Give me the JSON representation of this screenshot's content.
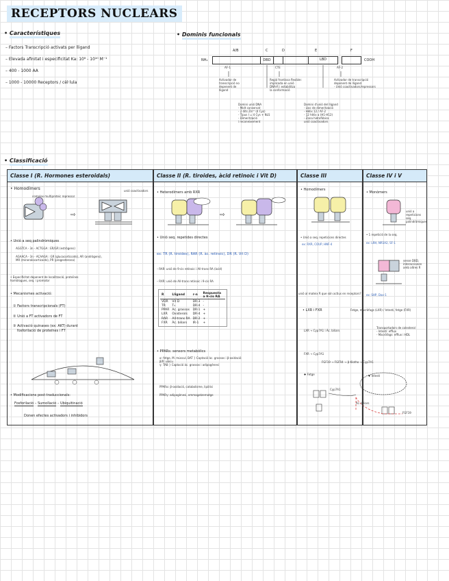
{
  "title": "RECEPTORS NUCLEARS",
  "caracteristiques": {
    "heading": "Característiques",
    "items": [
      "Factors Transcripció activats per lligand",
      "Elevada afinitat i especificitat Ka: 10⁸ - 10¹⁰ M⁻¹",
      "400 - 1000 AA",
      "1000 - 10000 Receptors / cèl·lula"
    ]
  },
  "dominis": {
    "heading": "Dominis funcionals",
    "letters": [
      "A/B",
      "C",
      "D",
      "E",
      "F"
    ],
    "nh2": "NH₂",
    "cooh": "COOH",
    "dbd": "DBD",
    "lbd": "LBD",
    "af1": "AF-1",
    "af2": "AF-2",
    "cte": "CTE",
    "notes": {
      "af1": [
        "Activador de",
        "transcripció no",
        "depenent de",
        "lligand"
      ],
      "cte": [
        "Regió frontissa flexible:",
        "implicada en unió",
        "DNA-R i estabilitza",
        "la conformació"
      ],
      "dbd": [
        "Domini unió DNA",
        "- Molt conservat",
        "- 2 dits Zn²⁺ (4 Cys)",
        "- Tipus I = 4 Cys + NLS",
        "- Dimerització",
        "  i reconeixement"
      ],
      "lbd": [
        "Domini d'unió del lligand",
        "- Lloc de dimerització",
        "- Hèlix 12 / AF-2",
        "- 12 hèlix α (H1-H12)",
        "- Zona hidrofòbica",
        "  unió coactivadors"
      ],
      "af2": [
        "Activador de transcripció",
        "depenent de lligand",
        "- Unió coactivadors/repressors"
      ]
    }
  },
  "classificacio": {
    "heading": "Classificació",
    "classe1": {
      "title": "Classe I  (R. Hormones esteroidals)",
      "homodimers": "Homodímers",
      "lbl_complex": "complex multiproteic repressor",
      "lbl_unio": "unió coactivadors",
      "uneix": "Unió a seq palindròmiques",
      "seqs": [
        "AGGTCA - 3n - ACTGGA : ER/GR (estrògens)",
        "AGAACA - 3n - ACAAGA : GR (glucocorticoids), AR (andrògens),",
        "MR (mineralocorticoids), PR (progesterona)"
      ],
      "especificitat": [
        "Especificitat depenent de localització, proteïnes",
        "homòlogues, seq. i promotor"
      ],
      "mecanismes": "Mecanismes activació:",
      "mec": [
        "① Factors transcripcionals (FT)",
        "② Unió a FT activadors de FT",
        "③ Activació quinases (ex: AKT) durant",
        "fosforilació de proteïnes i FT"
      ],
      "modificacions": "Modificacions post-traduccionals:",
      "mods": [
        "Fosforilació",
        "Sumoïlació",
        "Ubiquitinació"
      ],
      "efecte": "Donen efectes activadors i inhibidors"
    },
    "classe2": {
      "title": "Classe II  (R. tiroides, àcid retinoic i Vit D)",
      "heterodimers": "Heterodímers amb RXR",
      "unio": "Unió seq. repetides directes",
      "ex": "ex: TR (R. tiroides), RAR (R. àc. retinoic), DR (R. Vit D)",
      "rar": "RAR: unió de 9-cis retinoic i All-trans RA (àcid)",
      "rxr": "RXR: unió de All-trans retinoic i 9-cis RA",
      "table_headers": [
        "R",
        "Lligand",
        "r-n",
        "Respuesta a 9-cis RA"
      ],
      "table_rows": [
        [
          "VDR",
          "Vit D",
          "DR-3",
          "-"
        ],
        [
          "TR",
          "T₃",
          "DR-4",
          "-"
        ],
        [
          "PPAR",
          "Ac. grassos",
          "DR-1",
          "+"
        ],
        [
          "LXR",
          "Oxisterols",
          "DR-4",
          "+"
        ],
        [
          "RAR",
          "All-trans RA",
          "DR-2",
          "+"
        ],
        [
          "FXR",
          "Àc. biliars",
          "IR-1",
          "+"
        ]
      ],
      "ppars": "PPARs: sensors metabòlics",
      "ppar_lines": [
        "α: fetge, M. múscul, BAT  } Captació àc. grassos i β-oxidació",
        "β/δ: ubicu",
        "γ: TAB  } Captació àc. grassos i adipogènesi"
      ],
      "ppar_a": "PPARα: β-oxidació, catabolisme, lipòlisi",
      "ppar_g": "PPARγ: adipogènesi, emmagatzematge"
    },
    "classe3": {
      "title": "Classe III",
      "homodimers": "Homodímers",
      "unio": "Unió a seq. repeticions directes",
      "ex": "ex: RXR, COUP, HNF-4",
      "q": "unió al mateix R que són actius en receptors?",
      "lxr_fxr": "LXR i FXR",
      "fetge": "Fetge, macròfags (LXR) / Intestí, fetge (FXR)",
      "lxr_line": "LXR → Cyp7A1 i Àc. biliars",
      "transport": [
        "Transportadors de colesterol",
        "- Intestí: efflux",
        "- Macròfags: efflux i HDL"
      ],
      "fxr_line": "FXR → Cyp7A1",
      "fxr_line2": "FGF19 → FGFR4 → β-Klotho → Cyp7A1",
      "fetge_lbl": "Fetge",
      "intestí_lbl": "Intestí",
      "abiliar": "Àc. biliars",
      "cyp": "Cyp7A1",
      "fgf": "FGF19"
    },
    "classe4": {
      "title": "Classe IV i V",
      "monomers": "Monòmers",
      "lbl_mono": "unió a repeticions seq. palindròmiques",
      "seq": "1 repetició de la seq.",
      "ex": "ex: LRH, NR5A2, SF-1",
      "lbl_nb": "sense DBD, interaccionen amb altres R",
      "ex2": "ex: SHP, Dax-1"
    }
  },
  "colors": {
    "accent_blue": "#d5eaf9",
    "ink_blue": "#2e5fb6",
    "purple": "#c9b8ea",
    "yellow": "#f6f0a8",
    "pink": "#f3b8d6",
    "gray": "#c9d3dc",
    "red_dash": "#d94040"
  }
}
